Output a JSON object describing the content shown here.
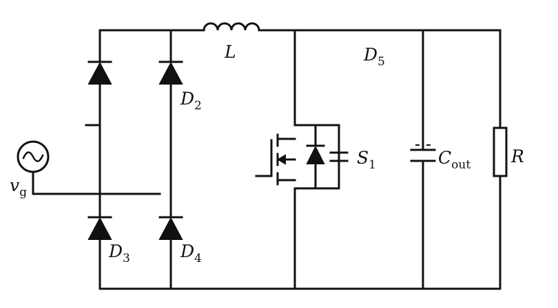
{
  "labels": {
    "inductor": {
      "main": "L",
      "sub": ""
    },
    "d2": {
      "main": "D",
      "sub": "2"
    },
    "d3": {
      "main": "D",
      "sub": "3"
    },
    "d4": {
      "main": "D",
      "sub": "4"
    },
    "d5": {
      "main": "D",
      "sub": "5"
    },
    "switch": {
      "main": "S",
      "sub": "1"
    },
    "capacitor": {
      "main": "C",
      "sub": "out"
    },
    "load": {
      "main": "R",
      "sub": ""
    },
    "source": {
      "main": "v",
      "sub": "g"
    }
  },
  "colors": {
    "wire": "#111111",
    "background": "#ffffff"
  }
}
